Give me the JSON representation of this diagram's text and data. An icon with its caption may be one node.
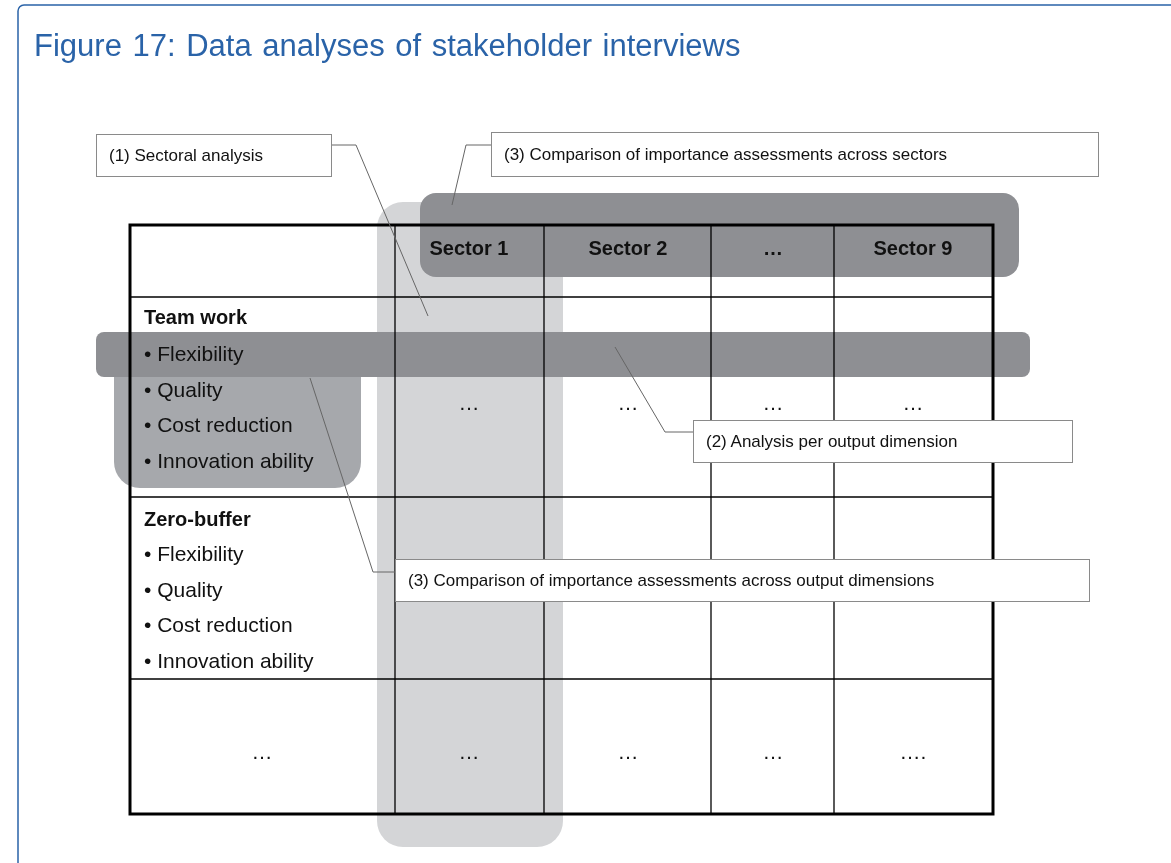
{
  "diagram": {
    "title": "Figure 17: Data analyses of stakeholder interviews",
    "nodes": [
      {
        "text": [
          "(1) Sectoral analysis"
        ]
      },
      {
        "text": [
          "(3) Comparison of importance assessments across sectors"
        ]
      },
      {
        "text": [],
        "shape": "box"
      },
      {
        "text": [],
        "shape": "box"
      },
      {
        "text": [],
        "shape": "box"
      },
      {
        "text": [],
        "shape": "box"
      },
      {
        "text": [
          "(2) Analysis per output dimension"
        ]
      },
      {
        "text": [
          "(3) Comparison of importance assessments across output dimensions"
        ]
      }
    ],
    "edges": [
      {
        "from": 0,
        "to": 3,
        "arrow": "none"
      },
      {
        "from": 1,
        "to": 2,
        "arrow": "none"
      },
      {
        "from": 6,
        "to": 4,
        "arrow": "none"
      },
      {
        "from": 7,
        "to": 5,
        "arrow": "none"
      }
    ],
    "labels": [
      "Sector 1",
      "Sector 2",
      "…",
      "Sector 9",
      "Team work",
      "• Flexibility",
      "• Quality",
      "• Cost reduction",
      "• Innovation ability",
      "…",
      "…",
      "…",
      "…",
      "Zero-buffer",
      "• Flexibility",
      "• Quality",
      "• Cost reduction",
      "• Innovation ability",
      "…",
      "…",
      "…",
      "…",
      "…."
    ]
  }
}
